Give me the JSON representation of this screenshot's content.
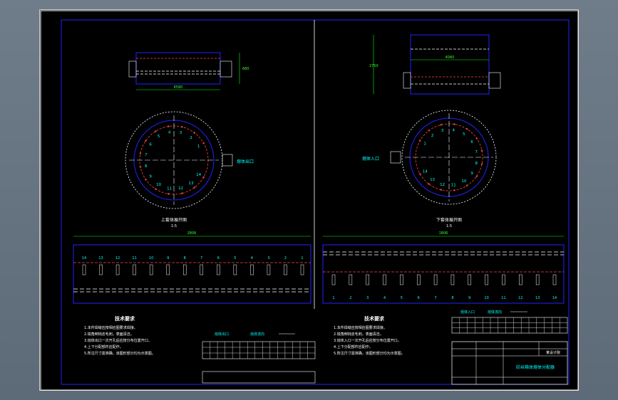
{
  "drawing": {
    "left_view_title": "上套体展开图",
    "left_view_scale": "1:5",
    "right_view_title": "下套体展开图",
    "right_view_scale": "1:5",
    "outlet_label": "熔体出口",
    "inlet_label": "熔体入口",
    "flow_label": "熔体流向",
    "circle_numbers": [
      "1",
      "2",
      "3",
      "4",
      "5",
      "6",
      "7",
      "8",
      "9",
      "10",
      "11",
      "12",
      "13",
      "14"
    ],
    "strip_left_numbers": [
      "14",
      "13",
      "12",
      "11",
      "10",
      "9",
      "8",
      "7",
      "6",
      "5",
      "4",
      "3",
      "2",
      "1"
    ],
    "strip_right_numbers": [
      "1",
      "2",
      "3",
      "4",
      "5",
      "6",
      "7",
      "8",
      "9",
      "10",
      "11",
      "12",
      "13",
      "14"
    ],
    "dim_top_left": "6580",
    "dim_top_right": "4060",
    "dim_strip_left": "2806",
    "dim_strip_right": "1806",
    "dim_height": "2750",
    "dim_side": "680"
  },
  "notes_left": {
    "heading": "技术要求",
    "items": [
      "1.本件焊缝应按相应图要求焊接。",
      "2.锐角倒钝去毛刺，表面清洁。",
      "3.熔体出口一次开孔后应按分布位置开口。",
      "4.上下分配部件应配作。",
      "5.所注尺寸需准确，该图形部分均为示意图。"
    ]
  },
  "notes_right": {
    "heading": "技术要求",
    "items": [
      "1.本件焊缝应按相应图要求焊接。",
      "2.锐角倒钝去毛刺，表面清洁。",
      "3.熔体入口一次开孔后应按分布位置开口。",
      "4.上下分配部件应配作。",
      "5.所注尺寸需准确，该图形部分均为示意图。"
    ]
  },
  "title_block": {
    "name": "纺丝箱体熔体分配器",
    "company": "某设计院"
  }
}
